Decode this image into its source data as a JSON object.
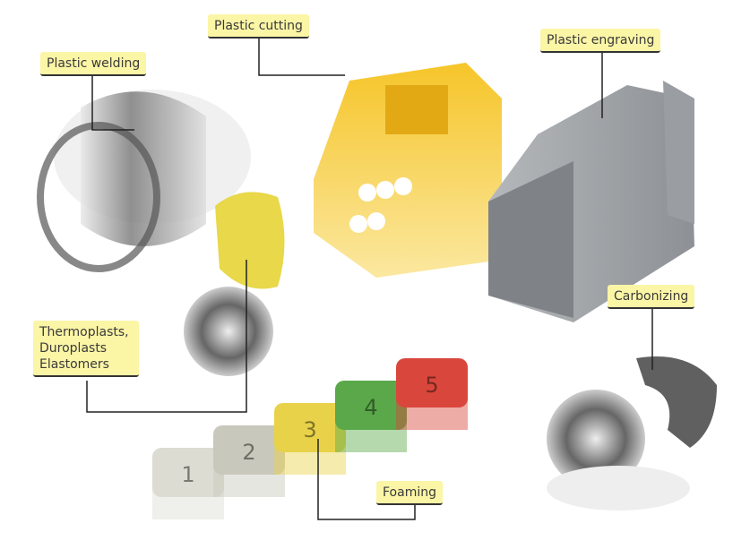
{
  "labels": {
    "plastic_welding": "Plastic welding",
    "plastic_cutting": "Plastic cutting",
    "plastic_engraving": "Plastic engraving",
    "carbonizing": "Carbonizing",
    "materials": "Thermoplasts,\nDuroplasts\nElastomers",
    "foaming": "Foaming"
  },
  "keys": [
    {
      "number": "1",
      "color": "#dcdcd2"
    },
    {
      "number": "2",
      "color": "#c8c8bc"
    },
    {
      "number": "3",
      "color": "#e8d24a"
    },
    {
      "number": "4",
      "color": "#5aa84a"
    },
    {
      "number": "5",
      "color": "#d9473c"
    }
  ],
  "colors": {
    "label_bg": "#fbf5a6",
    "module_yellow": "#f5c226",
    "module_gray": "#9ea2a6"
  }
}
